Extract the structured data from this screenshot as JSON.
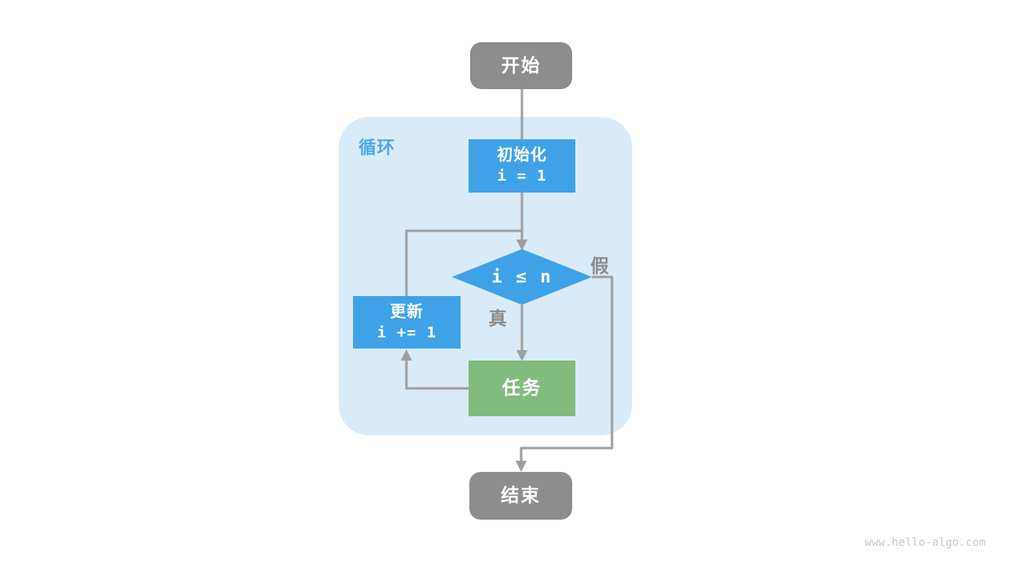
{
  "diagram": {
    "loop_label": "循环",
    "nodes": {
      "start": {
        "label": "开始"
      },
      "init": {
        "title": "初始化",
        "code": "i = 1"
      },
      "condition": {
        "code": "i ≤ n"
      },
      "update": {
        "title": "更新",
        "code": "i += 1"
      },
      "task": {
        "label": "任务"
      },
      "end": {
        "label": "结束"
      }
    },
    "branches": {
      "true_label": "真",
      "false_label": "假"
    },
    "colors": {
      "loop_container_bg": "#D9EBF9",
      "process_blue": "#3FA2E8",
      "process_green": "#82BB7E",
      "terminal_gray": "#8D8D8D",
      "connector_gray": "#9E9E9E",
      "loop_label_blue": "#4DA6E8",
      "branch_label_gray": "#8C8C8C",
      "watermark_gray": "#C9C9C9"
    },
    "watermark": "www.hello-algo.com"
  }
}
